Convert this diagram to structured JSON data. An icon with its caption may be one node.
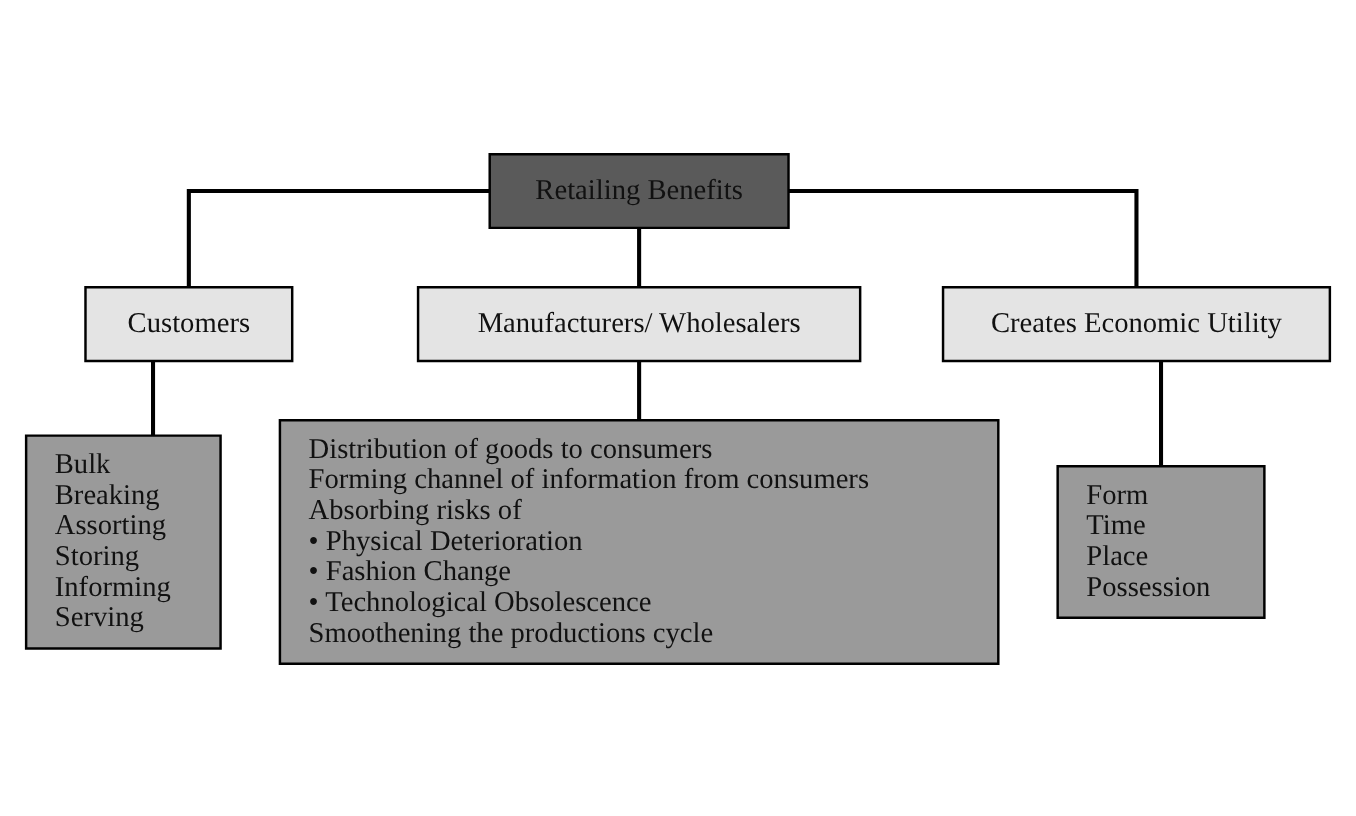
{
  "diagram": {
    "nodes": [
      {
        "text": [
          "Retailing Benefits"
        ]
      },
      {
        "text": [
          "Customers"
        ]
      },
      {
        "text": [
          "Manufacturers/ Wholesalers"
        ]
      },
      {
        "text": [
          "Creates Economic Utility"
        ]
      },
      {
        "text": [
          "Bulk",
          "Breaking",
          "Assorting",
          "Storing",
          "Informing",
          "Serving"
        ]
      },
      {
        "text": [
          "Distribution of goods to consumers",
          "Forming channel of information from consumers",
          "Absorbing risks of",
          "• Physical Deterioration",
          "• Fashion Change",
          "• Technological Obsolescence",
          "Smoothening the productions cycle"
        ]
      },
      {
        "text": [
          "Form",
          "Time",
          "Place",
          "Possession"
        ]
      }
    ],
    "edges": [
      {
        "from": 0,
        "to": 1,
        "arrow": "none"
      },
      {
        "from": 0,
        "to": 2,
        "arrow": "none"
      },
      {
        "from": 0,
        "to": 3,
        "arrow": "none"
      },
      {
        "from": 1,
        "to": 4,
        "arrow": "none"
      },
      {
        "from": 2,
        "to": 5,
        "arrow": "none"
      },
      {
        "from": 3,
        "to": 6,
        "arrow": "none"
      }
    ]
  }
}
